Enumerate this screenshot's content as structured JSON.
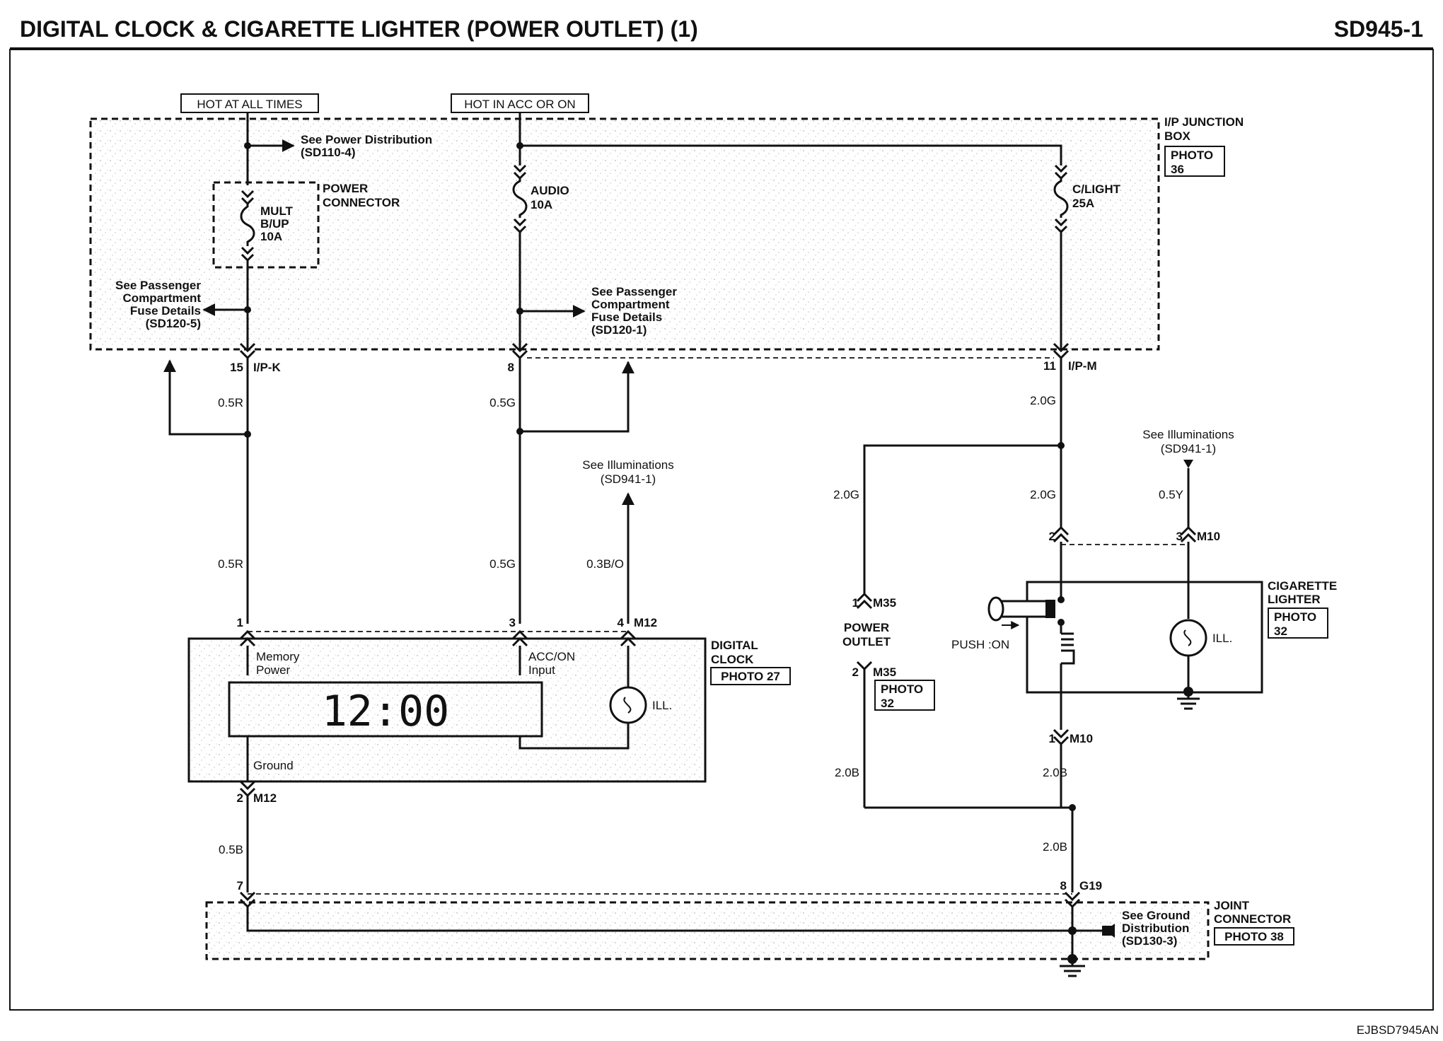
{
  "header": {
    "title": "DIGITAL CLOCK & CIGARETTE LIGHTER (POWER OUTLET) (1)",
    "code": "SD945-1"
  },
  "footer": {
    "ref": "EJBSD7945AN"
  },
  "power_sources": {
    "hot_all_times": "HOT AT ALL TIMES",
    "hot_acc_on": "HOT IN ACC OR ON"
  },
  "junction_box": {
    "line1": "I/P JUNCTION",
    "line2": "BOX",
    "photo_line1": "PHOTO",
    "photo_line2": "36"
  },
  "power_connector": {
    "line1": "POWER",
    "line2": "CONNECTOR"
  },
  "fuses": {
    "mult": {
      "line1": "MULT",
      "line2": "B/UP",
      "line3": "10A"
    },
    "audio": {
      "line1": "AUDIO",
      "line2": "10A"
    },
    "clight": {
      "line1": "C/LIGHT",
      "line2": "25A"
    }
  },
  "references": {
    "power_dist": {
      "line1": "See Power Distribution",
      "line2": "(SD110-4)"
    },
    "pass_fuse_left": {
      "line1": "See Passenger",
      "line2": "Compartment",
      "line3": "Fuse Details",
      "line4": "(SD120-5)"
    },
    "pass_fuse_right": {
      "line1": "See Passenger",
      "line2": "Compartment",
      "line3": "Fuse Details",
      "line4": "(SD120-1)"
    },
    "illum_clock": {
      "line1": "See Illuminations",
      "line2": "(SD941-1)"
    },
    "illum_lighter": {
      "line1": "See Illuminations",
      "line2": "(SD941-1)"
    },
    "ground_dist": {
      "line1": "See Ground",
      "line2": "Distribution",
      "line3": "(SD130-3)"
    }
  },
  "connectors": {
    "ipk_pin": "15",
    "ipk": "I/P-K",
    "ipj_pin": "8",
    "ipm_pin": "11",
    "ipm": "I/P-M",
    "m12_pin1": "1",
    "m12_pin3": "3",
    "m12_pin4": "4",
    "m12": "M12",
    "m12_pin2": "2",
    "m12_bottom": "M12",
    "m35_pin1": "1",
    "m35_top": "M35",
    "m35_pin2": "2",
    "m35_bottom": "M35",
    "m10_pin2": "2",
    "m10_pin3": "3",
    "m10_top": "M10",
    "m10_pin1": "1",
    "m10_bottom": "M10",
    "g19_pin7": "7",
    "g19_pin8": "8",
    "g19": "G19"
  },
  "wires": {
    "w_05r_a": "0.5R",
    "w_05r_b": "0.5R",
    "w_05g_a": "0.5G",
    "w_05g_b": "0.5G",
    "w_03bo": "0.3B/O",
    "w_20g_a": "2.0G",
    "w_20g_b": "2.0G",
    "w_20g_c": "2.0G",
    "w_05y": "0.5Y",
    "w_05b": "0.5B",
    "w_20b_a": "2.0B",
    "w_20b_b": "2.0B",
    "w_20b_c": "2.0B"
  },
  "digital_clock": {
    "name_line1": "DIGITAL",
    "name_line2": "CLOCK",
    "photo": "PHOTO 27",
    "memory_line1": "Memory",
    "memory_line2": "Power",
    "acc_line1": "ACC/ON",
    "acc_line2": "Input",
    "ground": "Ground",
    "ill": "ILL.",
    "display": "12:00"
  },
  "power_outlet": {
    "line1": "POWER",
    "line2": "OUTLET",
    "photo_line1": "PHOTO",
    "photo_line2": "32"
  },
  "cigarette_lighter": {
    "line1": "CIGARETTE",
    "line2": "LIGHTER",
    "photo_line1": "PHOTO",
    "photo_line2": "32",
    "push_on": "PUSH :ON",
    "ill": "ILL."
  },
  "joint_connector": {
    "line1": "JOINT",
    "line2": "CONNECTOR",
    "photo": "PHOTO 38"
  }
}
